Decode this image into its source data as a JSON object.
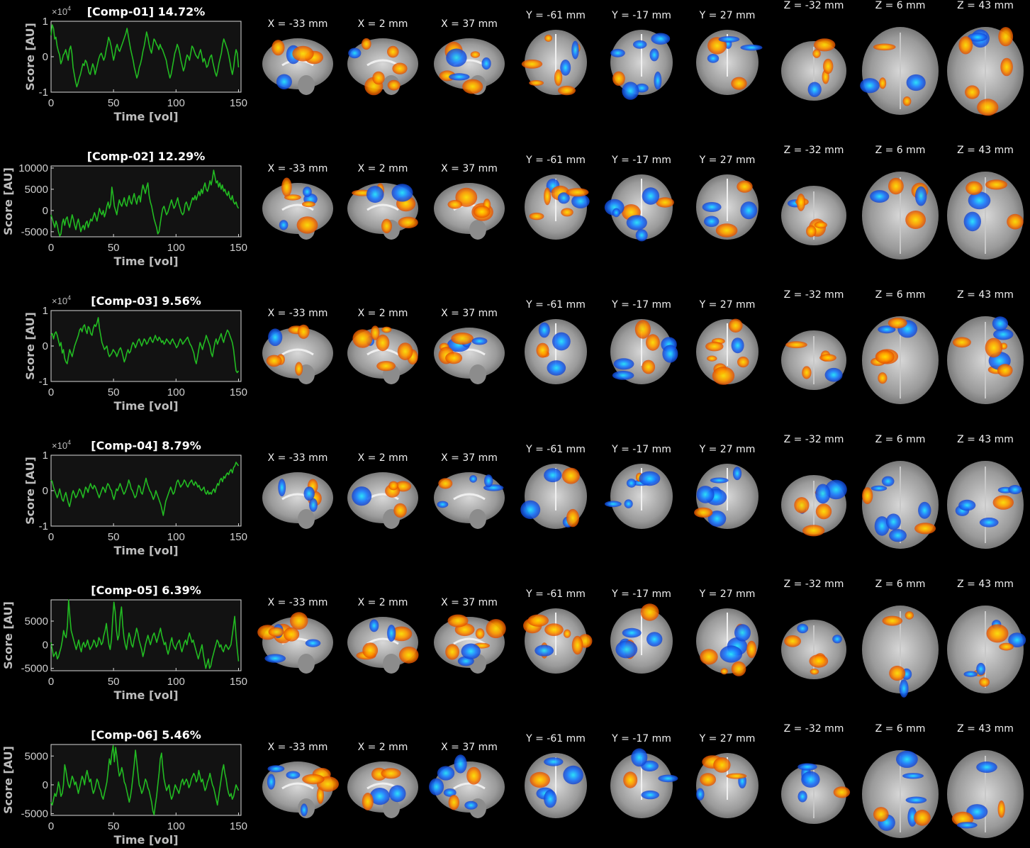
{
  "axis_labels": {
    "ylabel": "Score [AU]",
    "xlabel": "Time [vol]"
  },
  "slice_labels": [
    "X = -33 mm",
    "X = 2 mm",
    "X = 37 mm",
    "Y = -61 mm",
    "Y = -17 mm",
    "Y = 27 mm",
    "Z = -32 mm",
    "Z = 6 mm",
    "Z = 43 mm"
  ],
  "colors": {
    "trace": "#22bb22",
    "positive_map": "#ff8c00",
    "negative_map": "#1e90ff",
    "background": "#000000"
  },
  "chart_data": [
    {
      "type": "line",
      "title": "[Comp-01] 14.72%",
      "xlabel": "Time [vol]",
      "ylabel": "Score [AU]",
      "xlim": [
        0,
        152
      ],
      "ylim": [
        -1,
        1
      ],
      "x_ticks": [
        "0",
        "50",
        "100",
        "150"
      ],
      "y_ticks": [
        "1",
        "0",
        "-1"
      ],
      "y_multiplier": "×10",
      "y_multiplier_exp": "4",
      "values": [
        0.6,
        0.9,
        0.8,
        0.5,
        0.55,
        0.3,
        0.15,
        0.05,
        -0.2,
        -0.1,
        0.05,
        0.1,
        0.2,
        0.05,
        -0.1,
        0.2,
        0.3,
        0.1,
        -0.3,
        -0.5,
        -0.7,
        -0.85,
        -0.75,
        -0.6,
        -0.5,
        -0.35,
        -0.2,
        -0.25,
        -0.1,
        -0.15,
        -0.3,
        -0.45,
        -0.5,
        -0.35,
        -0.2,
        -0.3,
        -0.5,
        -0.35,
        -0.2,
        -0.05,
        0.05,
        0.1,
        0.0,
        -0.1,
        0.0,
        0.2,
        0.35,
        0.55,
        0.45,
        0.3,
        0.1,
        -0.1,
        0.05,
        0.25,
        0.35,
        0.2,
        0.15,
        0.25,
        0.35,
        0.45,
        0.55,
        0.65,
        0.8,
        0.6,
        0.4,
        0.2,
        0.05,
        -0.1,
        -0.3,
        -0.45,
        -0.6,
        -0.5,
        -0.3,
        -0.2,
        -0.05,
        0.15,
        0.3,
        0.5,
        0.7,
        0.55,
        0.35,
        0.2,
        0.1,
        0.3,
        0.5,
        0.45,
        0.35,
        0.3,
        0.2,
        0.35,
        0.25,
        0.2,
        0.1,
        0.0,
        -0.1,
        -0.3,
        -0.45,
        -0.6,
        -0.5,
        -0.3,
        -0.1,
        0.1,
        0.2,
        0.35,
        0.25,
        0.1,
        -0.1,
        -0.25,
        -0.4,
        -0.3,
        -0.1,
        0.05,
        0.0,
        -0.1,
        0.1,
        0.3,
        0.25,
        0.15,
        0.05,
        0.0,
        -0.05,
        0.1,
        0.2,
        0.05,
        -0.15,
        -0.05,
        -0.15,
        -0.3,
        -0.25,
        -0.1,
        0.0,
        0.05,
        -0.15,
        -0.3,
        -0.45,
        -0.55,
        -0.4,
        -0.2,
        -0.05,
        0.1,
        0.35,
        0.5,
        0.4,
        0.3,
        0.2,
        0.05,
        -0.15,
        -0.35,
        -0.5,
        -0.3,
        0.0,
        0.2,
        0.1,
        -0.3
      ]
    },
    {
      "type": "line",
      "title": "[Comp-02] 12.29%",
      "xlabel": "Time [vol]",
      "ylabel": "Score [AU]",
      "xlim": [
        0,
        152
      ],
      "ylim": [
        -6200,
        10500
      ],
      "x_ticks": [
        "0",
        "50",
        "100",
        "150"
      ],
      "y_ticks": [
        "10000",
        "5000",
        "0",
        "-5000"
      ],
      "y_multiplier": "",
      "y_multiplier_exp": "",
      "values": [
        -1000,
        -2000,
        -3000,
        -4000,
        -2500,
        -3500,
        -5000,
        -6000,
        -5500,
        -3000,
        -2000,
        -3500,
        -2000,
        -1500,
        -3000,
        -4000,
        -2500,
        -1000,
        -2000,
        -3500,
        -4500,
        -3000,
        -2000,
        -3500,
        -5000,
        -4000,
        -3500,
        -4500,
        -3000,
        -2500,
        -4000,
        -3000,
        -2000,
        -2500,
        -1500,
        -500,
        -1500,
        -2500,
        -1000,
        500,
        -500,
        -1000,
        0,
        -1500,
        -500,
        1000,
        2000,
        500,
        1500,
        5500,
        3500,
        1000,
        0,
        -1000,
        1000,
        2500,
        1500,
        1000,
        2000,
        3000,
        1500,
        1000,
        2500,
        3500,
        2000,
        1500,
        3000,
        4000,
        2500,
        1500,
        3000,
        3500,
        2000,
        4500,
        6000,
        5000,
        4000,
        5500,
        6500,
        3500,
        2000,
        1000,
        -500,
        -2000,
        -3000,
        -4000,
        -5500,
        -5000,
        -3000,
        -1000,
        500,
        1000,
        0,
        -1000,
        -500,
        500,
        1500,
        2500,
        1500,
        500,
        1000,
        2000,
        3000,
        1500,
        500,
        -500,
        -1000,
        -500,
        1500,
        2000,
        1000,
        0,
        1000,
        2000,
        3000,
        2500,
        3500,
        2500,
        3500,
        4500,
        3500,
        5000,
        4000,
        5500,
        6500,
        5000,
        4500,
        5500,
        7000,
        6000,
        7500,
        9500,
        8000,
        6500,
        7000,
        5500,
        6500,
        5000,
        6000,
        4500,
        5000,
        4000,
        3500,
        4500,
        3000,
        2500,
        3500,
        2000,
        1500,
        2000,
        1000,
        500
      ]
    },
    {
      "type": "line",
      "title": "[Comp-03] 9.56%",
      "xlabel": "Time [vol]",
      "ylabel": "Score [AU]",
      "xlim": [
        0,
        152
      ],
      "ylim": [
        -1,
        1
      ],
      "x_ticks": [
        "0",
        "50",
        "100",
        "150"
      ],
      "y_ticks": [
        "1",
        "0",
        "-1"
      ],
      "y_multiplier": "×10",
      "y_multiplier_exp": "4",
      "values": [
        0.3,
        0.35,
        0.2,
        0.35,
        0.4,
        0.3,
        0.15,
        0.0,
        0.1,
        -0.2,
        -0.1,
        -0.35,
        -0.45,
        -0.5,
        -0.3,
        -0.1,
        -0.2,
        -0.3,
        -0.15,
        0.0,
        0.1,
        0.2,
        0.3,
        0.45,
        0.5,
        0.4,
        0.55,
        0.6,
        0.45,
        0.35,
        0.55,
        0.5,
        0.35,
        0.3,
        0.5,
        0.6,
        0.55,
        0.65,
        0.8,
        0.5,
        0.3,
        0.1,
        0.0,
        -0.1,
        -0.05,
        0.0,
        -0.2,
        -0.3,
        -0.25,
        -0.2,
        -0.1,
        -0.15,
        -0.2,
        -0.3,
        -0.2,
        -0.1,
        -0.05,
        -0.15,
        -0.3,
        -0.45,
        -0.35,
        -0.2,
        -0.1,
        -0.2,
        -0.15,
        0.0,
        0.1,
        0.05,
        -0.05,
        0.05,
        0.15,
        0.2,
        0.1,
        0.0,
        0.1,
        0.2,
        0.15,
        0.05,
        0.1,
        0.2,
        0.25,
        0.15,
        0.1,
        0.2,
        0.3,
        0.2,
        0.15,
        0.25,
        0.2,
        0.1,
        0.15,
        0.05,
        0.1,
        0.2,
        0.15,
        0.1,
        0.05,
        0.15,
        0.2,
        0.1,
        0.05,
        -0.05,
        0.0,
        0.1,
        0.2,
        0.15,
        0.05,
        0.1,
        0.15,
        0.2,
        0.25,
        0.15,
        0.05,
        0.0,
        -0.1,
        -0.2,
        -0.4,
        -0.5,
        -0.3,
        -0.1,
        0.1,
        0.0,
        -0.1,
        0.05,
        0.15,
        0.3,
        0.2,
        0.1,
        0.0,
        -0.2,
        -0.3,
        -0.1,
        0.1,
        0.2,
        0.05,
        0.15,
        0.25,
        0.35,
        0.2,
        0.1,
        0.25,
        0.35,
        0.45,
        0.4,
        0.3,
        0.2,
        0.1,
        -0.1,
        -0.4,
        -0.7,
        -0.75,
        -0.7
      ]
    },
    {
      "type": "line",
      "title": "[Comp-04] 8.79%",
      "xlabel": "Time [vol]",
      "ylabel": "Score [AU]",
      "xlim": [
        0,
        152
      ],
      "ylim": [
        -1,
        1
      ],
      "x_ticks": [
        "0",
        "50",
        "100",
        "150"
      ],
      "y_ticks": [
        "1",
        "0",
        "-1"
      ],
      "y_multiplier": "×10",
      "y_multiplier_exp": "4",
      "values": [
        0.3,
        0.25,
        0.1,
        0.0,
        -0.1,
        -0.2,
        -0.1,
        0.05,
        -0.1,
        -0.25,
        -0.3,
        -0.15,
        -0.05,
        -0.2,
        -0.35,
        -0.45,
        -0.3,
        -0.1,
        0.0,
        -0.1,
        -0.2,
        -0.15,
        -0.05,
        0.05,
        0.0,
        -0.1,
        -0.2,
        -0.05,
        0.1,
        0.05,
        -0.05,
        0.1,
        0.2,
        0.1,
        0.05,
        0.15,
        0.1,
        0.0,
        -0.1,
        -0.2,
        -0.1,
        0.0,
        0.1,
        0.05,
        -0.05,
        0.1,
        0.2,
        0.15,
        0.05,
        0.0,
        -0.15,
        -0.25,
        -0.1,
        0.05,
        0.0,
        0.1,
        0.2,
        0.1,
        0.0,
        -0.1,
        -0.05,
        0.05,
        0.15,
        0.3,
        0.2,
        0.05,
        0.0,
        -0.1,
        -0.2,
        -0.15,
        0.0,
        0.15,
        0.1,
        -0.05,
        -0.1,
        0.05,
        0.2,
        0.35,
        0.2,
        0.1,
        0.0,
        -0.05,
        -0.15,
        -0.25,
        -0.15,
        0.0,
        -0.1,
        -0.2,
        -0.3,
        -0.4,
        -0.55,
        -0.7,
        -0.5,
        -0.3,
        -0.2,
        -0.1,
        0.0,
        0.1,
        0.0,
        -0.1,
        -0.05,
        0.1,
        0.25,
        0.3,
        0.2,
        0.1,
        0.15,
        0.2,
        0.3,
        0.25,
        0.15,
        0.1,
        0.2,
        0.25,
        0.3,
        0.2,
        0.15,
        0.25,
        0.2,
        0.1,
        0.15,
        0.05,
        0.0,
        0.05,
        0.1,
        -0.05,
        -0.1,
        0.0,
        -0.1,
        -0.05,
        -0.1,
        0.0,
        0.05,
        -0.05,
        0.1,
        0.2,
        0.15,
        0.3,
        0.35,
        0.25,
        0.4,
        0.35,
        0.45,
        0.5,
        0.45,
        0.55,
        0.6,
        0.5,
        0.65,
        0.7,
        0.8,
        0.75,
        0.7
      ]
    },
    {
      "type": "line",
      "title": "[Comp-05] 6.39%",
      "xlabel": "Time [vol]",
      "ylabel": "Score [AU]",
      "xlim": [
        0,
        152
      ],
      "ylim": [
        -5500,
        9500
      ],
      "x_ticks": [
        "0",
        "50",
        "100",
        "150"
      ],
      "y_ticks": [
        "5000",
        "0",
        "-5000"
      ],
      "y_multiplier": "",
      "y_multiplier_exp": "",
      "values": [
        500,
        -1000,
        -2500,
        -2000,
        -1500,
        -3000,
        -2500,
        -1500,
        -500,
        1000,
        3000,
        2000,
        1500,
        4000,
        9500,
        6000,
        3000,
        2000,
        1000,
        0,
        -1000,
        0,
        1000,
        -500,
        -1500,
        0,
        500,
        -500,
        0,
        1000,
        0,
        -1000,
        -500,
        0,
        1000,
        500,
        -500,
        0,
        1500,
        1000,
        0,
        500,
        2000,
        3000,
        4500,
        2000,
        0,
        -1000,
        1000,
        5500,
        9000,
        7000,
        3000,
        1000,
        2000,
        6000,
        8000,
        4000,
        1500,
        0,
        -1000,
        1000,
        2500,
        1500,
        0,
        -500,
        1000,
        2000,
        3500,
        2500,
        1000,
        0,
        -1000,
        -2500,
        -1500,
        0,
        1000,
        2000,
        1000,
        0,
        1000,
        2000,
        2500,
        1500,
        500,
        1500,
        2500,
        3500,
        2000,
        1000,
        0,
        500,
        -1000,
        -2000,
        -1000,
        500,
        1500,
        0,
        -500,
        -1000,
        0,
        500,
        1000,
        -500,
        -1500,
        -500,
        500,
        1000,
        0,
        1500,
        2500,
        1500,
        500,
        1000,
        0,
        -1000,
        -2000,
        -3000,
        -2000,
        -1000,
        0,
        -2000,
        -3500,
        -5000,
        -4000,
        -3000,
        -5000,
        -4500,
        -3000,
        -2000,
        -1000,
        0,
        1000,
        500,
        -500,
        0,
        -1000,
        -1500,
        -500,
        0,
        -500,
        -1000,
        -500,
        0,
        2000,
        4000,
        6000,
        2000,
        -1000,
        -3500
      ]
    },
    {
      "type": "line",
      "title": "[Comp-06] 5.46%",
      "xlabel": "Time [vol]",
      "ylabel": "Score [AU]",
      "xlim": [
        0,
        152
      ],
      "ylim": [
        -5300,
        7000
      ],
      "x_ticks": [
        "0",
        "50",
        "100",
        "150"
      ],
      "y_ticks": [
        "5000",
        "0",
        "-5000"
      ],
      "y_multiplier": "",
      "y_multiplier_exp": "",
      "values": [
        -3000,
        -3500,
        -2500,
        -1500,
        -2000,
        -1000,
        500,
        -500,
        -2000,
        -1500,
        0,
        3500,
        2500,
        1000,
        0,
        -500,
        500,
        1500,
        1000,
        0,
        500,
        -500,
        -1500,
        -500,
        500,
        1500,
        1000,
        0,
        1500,
        2500,
        1500,
        500,
        1000,
        -500,
        -1500,
        -1000,
        0,
        1000,
        500,
        -500,
        -1000,
        -2000,
        -2500,
        -1500,
        -500,
        500,
        2500,
        4500,
        3500,
        5500,
        6800,
        4000,
        6500,
        5000,
        3000,
        1500,
        2000,
        3000,
        2000,
        500,
        0,
        -1000,
        -2000,
        -3000,
        -2000,
        -500,
        1500,
        3500,
        6000,
        4000,
        2000,
        0,
        -500,
        -1500,
        -1000,
        0,
        1000,
        500,
        -500,
        -1000,
        -2000,
        -3000,
        -4500,
        -5200,
        -3500,
        -2000,
        0,
        2000,
        4500,
        5500,
        3000,
        1000,
        0,
        -1000,
        -500,
        0,
        -1500,
        -2500,
        -2000,
        -1000,
        0,
        -500,
        -1000,
        -1500,
        -500,
        500,
        1000,
        0,
        500,
        1000,
        500,
        -500,
        0,
        1000,
        1500,
        2000,
        1500,
        500,
        1000,
        2500,
        1500,
        500,
        1000,
        0,
        -1000,
        -500,
        500,
        1000,
        2000,
        1000,
        0,
        -500,
        -1500,
        -2500,
        -3500,
        -2000,
        -500,
        1000,
        2500,
        3500,
        2000,
        1000,
        -500,
        -1500,
        -2000,
        -1500,
        -2500,
        -2000,
        -1000,
        0,
        -500,
        -1000
      ]
    }
  ]
}
